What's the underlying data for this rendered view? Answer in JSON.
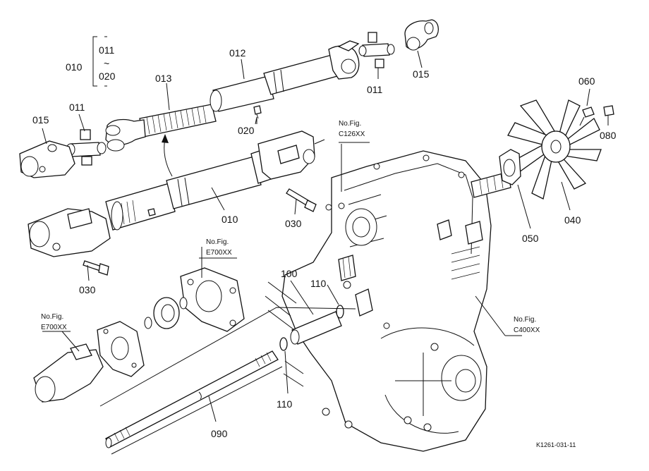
{
  "group": {
    "label": "010",
    "range_start": "011",
    "range_sep": "~",
    "range_end": "020"
  },
  "parts": {
    "p011_top": "011",
    "p011_left": "011",
    "p012": "012",
    "p013": "013",
    "p015_left": "015",
    "p015_top": "015",
    "p020": "020",
    "p010": "010",
    "p030_right": "030",
    "p030_left": "030",
    "p040": "040",
    "p050": "050",
    "p060": "060",
    "p080": "080",
    "p090": "090",
    "p100": "100",
    "p110_upper": "110",
    "p110_lower": "110"
  },
  "refs": {
    "c126": {
      "title": "No.Fig.",
      "code": "C126XX"
    },
    "e700_right": {
      "title": "No.Fig.",
      "code": "E700XX"
    },
    "e700_left": {
      "title": "No.Fig.",
      "code": "E700XX"
    },
    "c400": {
      "title": "No.Fig.",
      "code": "C400XX"
    }
  },
  "figure_id": "K1261-031-11"
}
